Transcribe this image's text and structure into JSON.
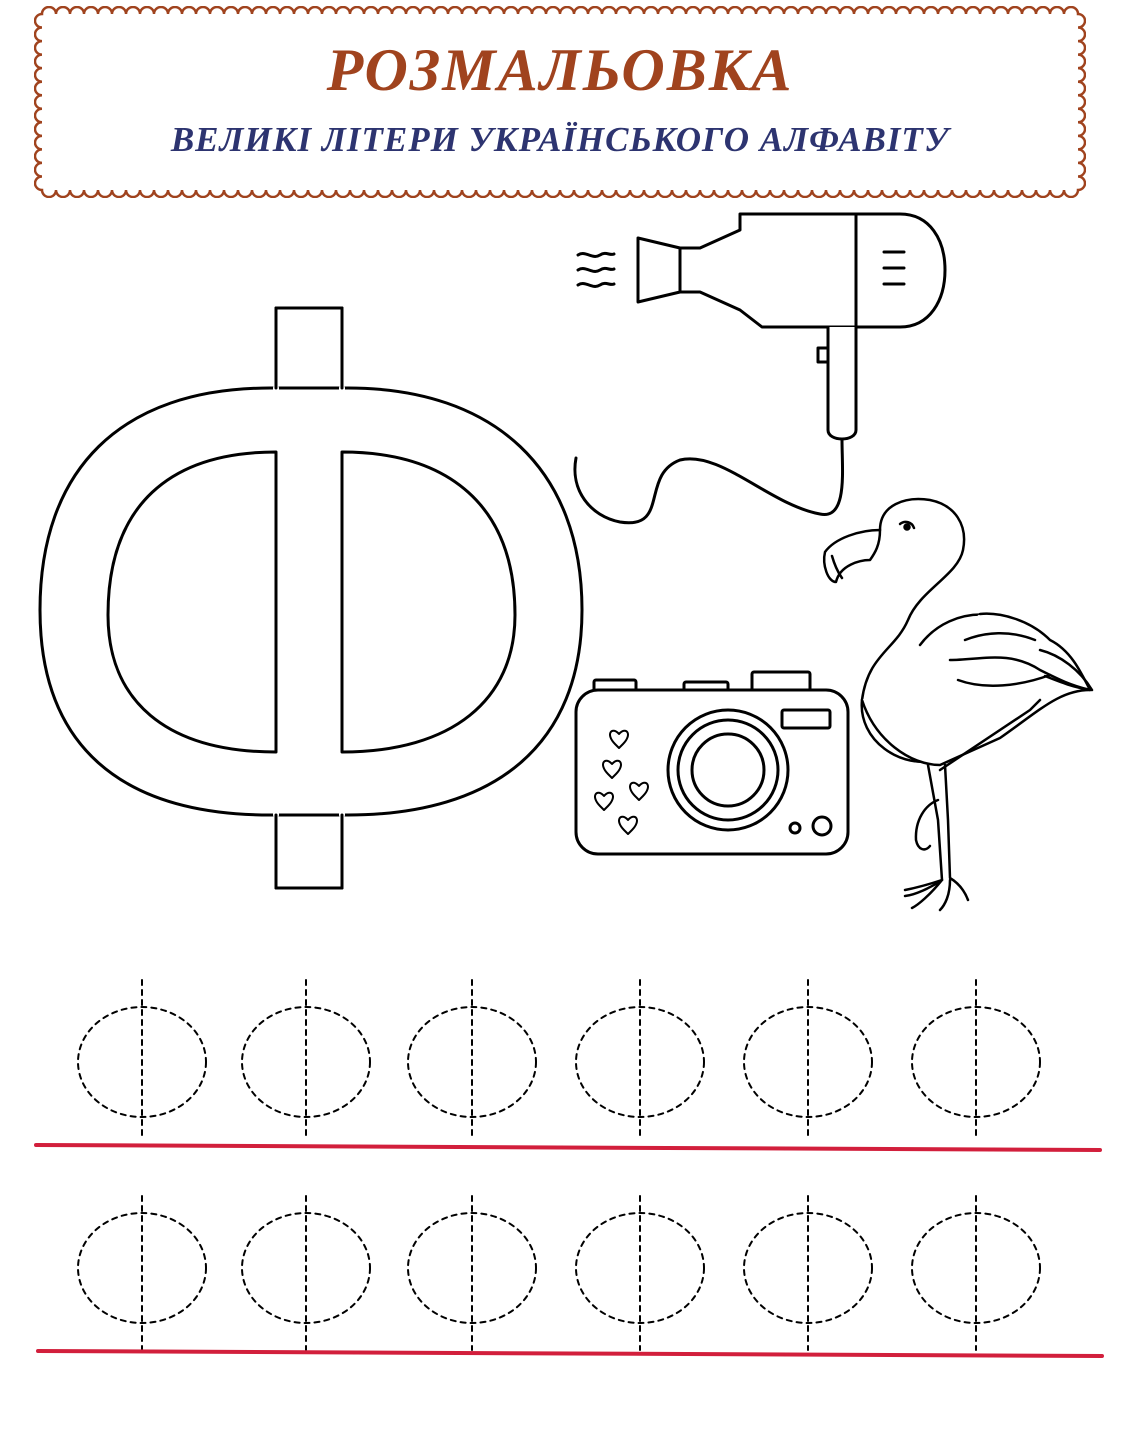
{
  "header": {
    "title": "РОЗМАЛЬОВКА",
    "subtitle": "ВЕЛИКІ ЛІТЕРИ УКРАЇНСЬКОГО АЛФАВІТУ"
  },
  "colors": {
    "title": "#a0431e",
    "subtitle": "#2d3470",
    "frame": "#a0431e",
    "baseline": "#d21f3c",
    "outline": "#000000"
  },
  "worksheet": {
    "big_letter": "Ф",
    "pictures": [
      "hair-dryer",
      "camera",
      "flamingo"
    ],
    "tracing_rows": [
      {
        "letter": "Ф",
        "repeats": 6
      },
      {
        "letter": "Ф",
        "repeats": 6
      }
    ]
  }
}
